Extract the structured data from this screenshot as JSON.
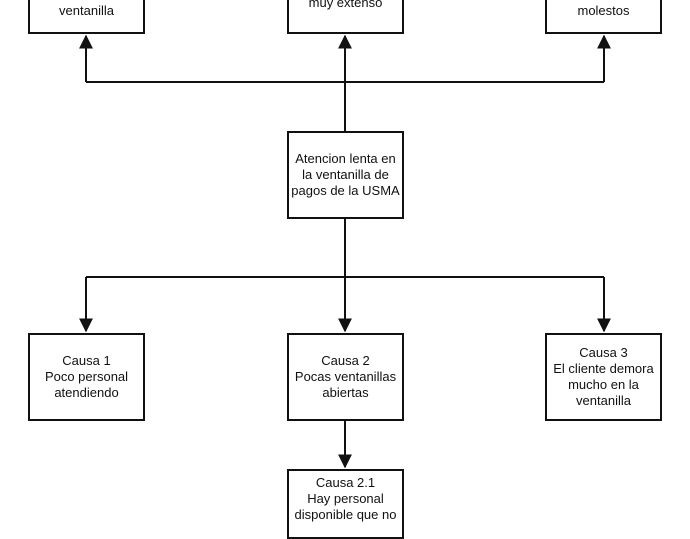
{
  "diagram": {
    "effects": [
      {
        "lines": [
          "ventanilla"
        ]
      },
      {
        "lines": [
          "muy extenso"
        ]
      },
      {
        "lines": [
          "molestos"
        ]
      }
    ],
    "problem": {
      "lines": [
        "Atencion lenta en",
        "la ventanilla de",
        "pagos de la USMA"
      ]
    },
    "causes": [
      {
        "lines": [
          "Causa 1",
          "Poco personal",
          "atendiendo"
        ]
      },
      {
        "lines": [
          "Causa 2",
          "Pocas ventanillas",
          "abiertas"
        ]
      },
      {
        "lines": [
          "Causa 3",
          "El cliente demora",
          "mucho en la",
          "ventanilla"
        ]
      }
    ],
    "sub_cause": {
      "lines": [
        "Causa 2.1",
        "Hay personal",
        "disponible que no"
      ]
    },
    "colors": {
      "stroke": "#111111",
      "background": "#ffffff"
    }
  }
}
